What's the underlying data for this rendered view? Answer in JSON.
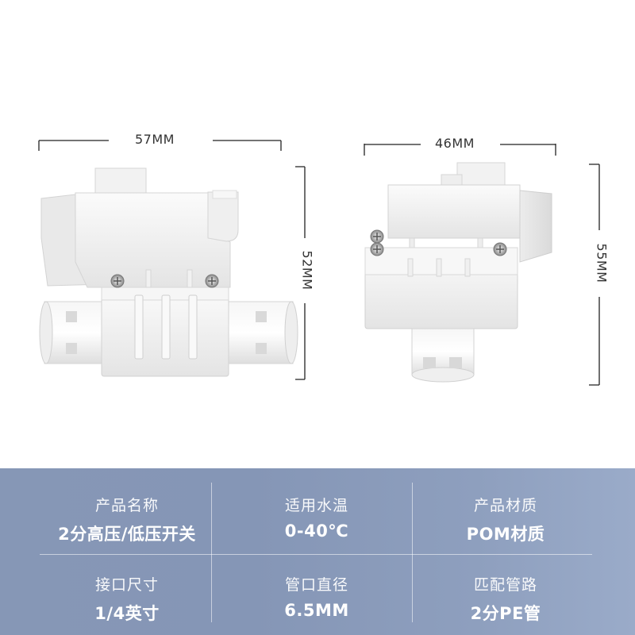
{
  "dimensions": {
    "front_width": "57MM",
    "front_height": "52MM",
    "side_width": "46MM",
    "side_height": "55MM"
  },
  "specs": [
    {
      "label": "产品名称",
      "value": "2分高压/低压开关"
    },
    {
      "label": "适用水温",
      "value": "0-40℃"
    },
    {
      "label": "产品材质",
      "value": "POM材质"
    },
    {
      "label": "接口尺寸",
      "value": "1/4英寸"
    },
    {
      "label": "管口直径",
      "value": "6.5MM"
    },
    {
      "label": "匹配管路",
      "value": "2分PE管"
    }
  ],
  "colors": {
    "panel": "#8697b6",
    "body_white": "#f2f2f2",
    "body_shadow": "#d6d6d6",
    "text_dark": "#333333"
  }
}
